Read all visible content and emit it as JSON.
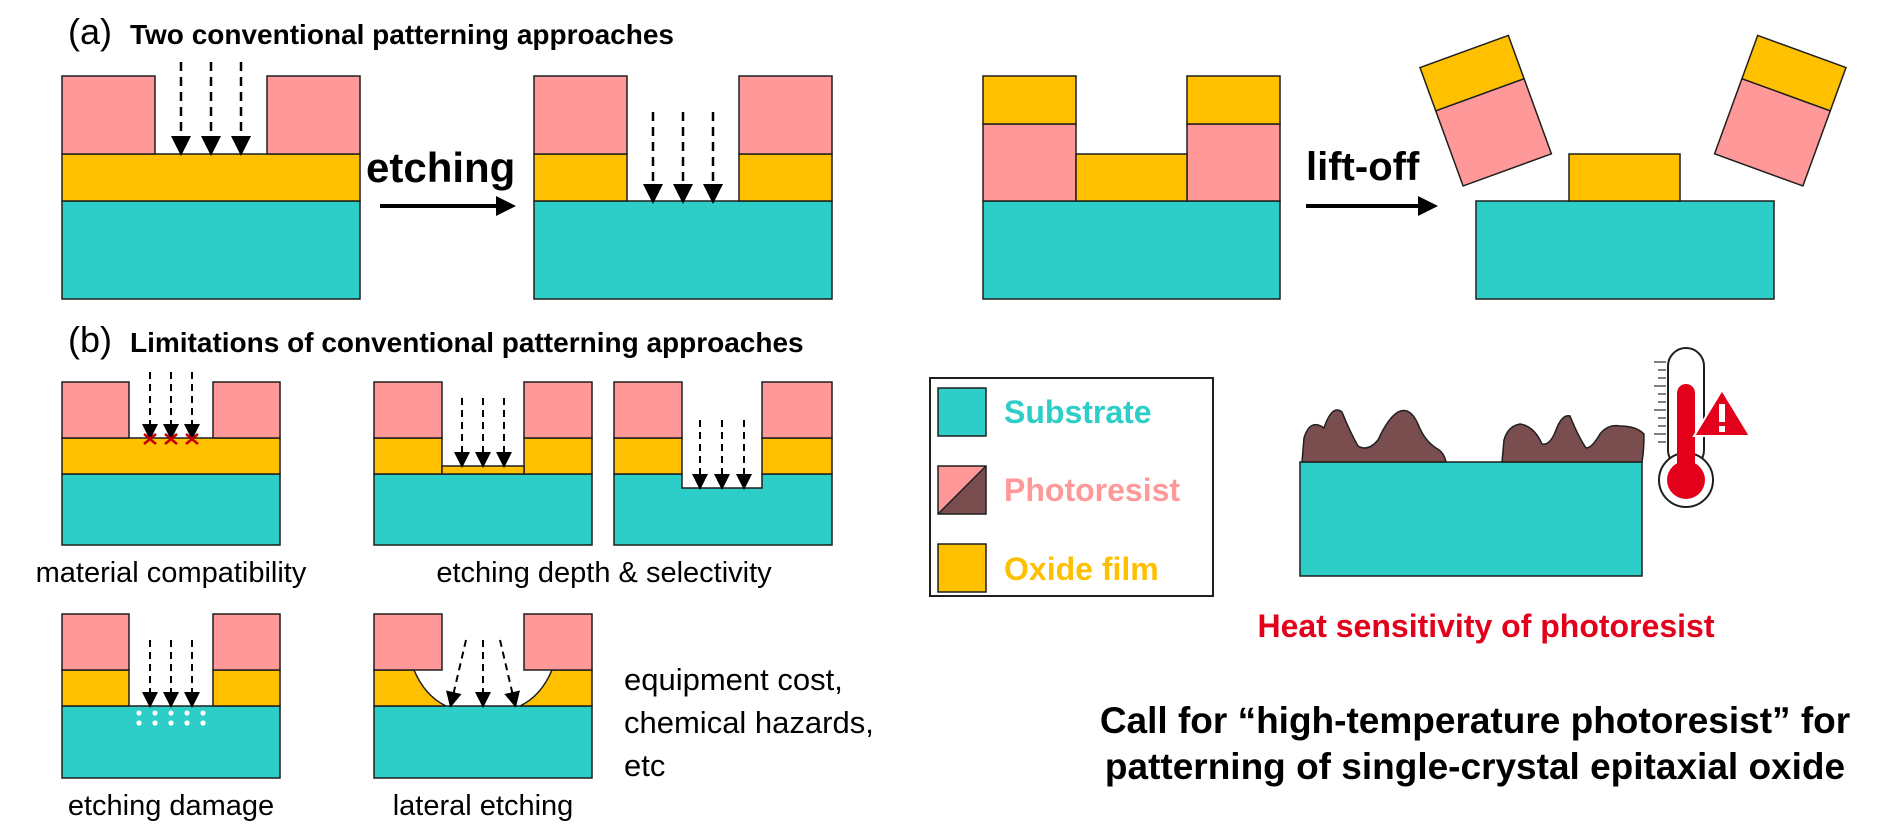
{
  "colors": {
    "substrate": "#2ECEC8",
    "photoresist": "#FF9999",
    "oxide": "#FFC000",
    "damaged_resist": "#7A4E4E",
    "heat_red": "#E3001B",
    "outline": "#1f1f1f"
  },
  "panel_a": {
    "label": "(a)",
    "title": "Two conventional patterning approaches",
    "etching_label": "etching",
    "liftoff_label": "lift-off"
  },
  "panel_b": {
    "label": "(b)",
    "title": "Limitations of conventional patterning approaches",
    "captions": {
      "material_compatibility": "material compatibility",
      "etching_depth": "etching depth & selectivity",
      "etching_damage": "etching damage",
      "lateral_etching": "lateral etching"
    },
    "other_issues": [
      "equipment cost,",
      "chemical hazards,",
      "etc"
    ]
  },
  "legend": {
    "items": [
      {
        "label": "Substrate",
        "color": "#2ECEC8"
      },
      {
        "label": "Photoresist",
        "color": "#FF9999"
      },
      {
        "label": "Oxide film",
        "color": "#FFC000"
      }
    ]
  },
  "heat": {
    "caption": "Heat sensitivity of photoresist",
    "warning_icon": "warning-triangle-icon",
    "thermometer_icon": "thermometer-icon"
  },
  "call": {
    "lines": [
      "Call for “high-temperature photoresist” for",
      "patterning of single-crystal epitaxial oxide"
    ]
  }
}
